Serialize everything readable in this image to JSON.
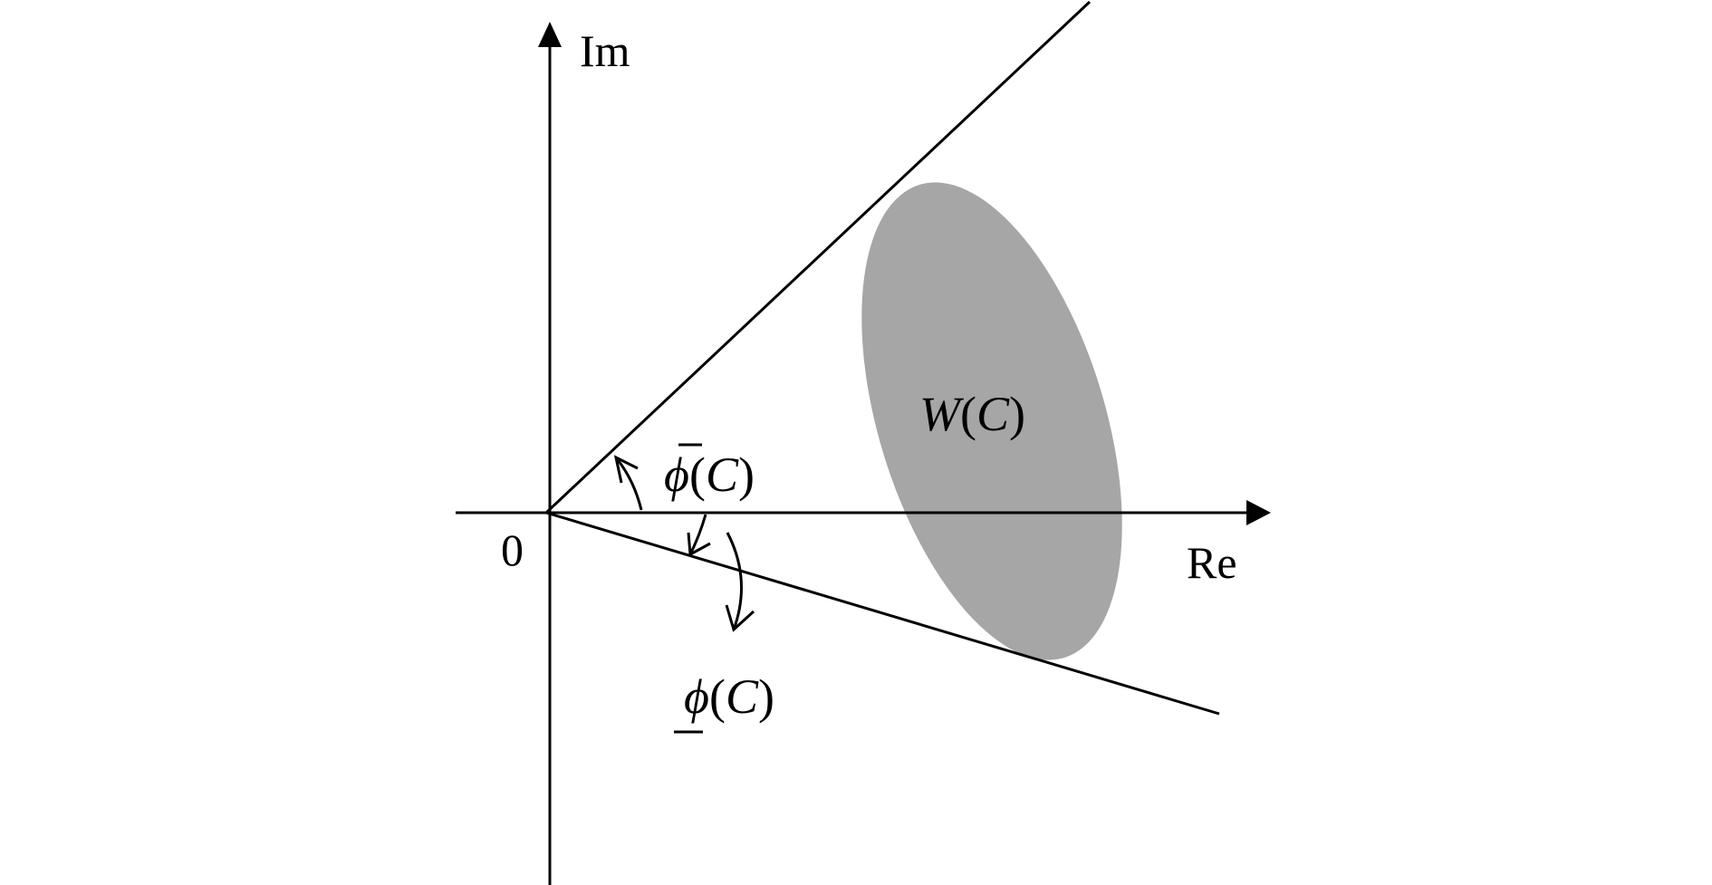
{
  "colors": {
    "line": "#000000",
    "region_fill": "#a6a6a6",
    "background": "#ffffff"
  },
  "axes": {
    "y_label": "Im",
    "x_label": "Re",
    "origin_label": "0"
  },
  "region": {
    "label_main": "W",
    "label_arg": "C"
  },
  "angles": {
    "upper": {
      "symbol": "ϕ",
      "decoration": "overline",
      "arg": "C"
    },
    "lower": {
      "symbol": "ϕ",
      "decoration": "underline",
      "arg": "C"
    }
  }
}
